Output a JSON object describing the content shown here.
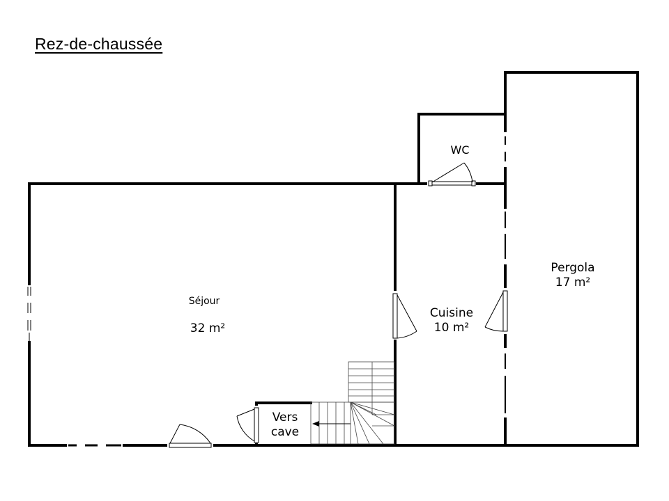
{
  "plan": {
    "title": "Rez-de-chaussée",
    "rooms": [
      {
        "id": "sejour",
        "name": "Séjour",
        "area": "32 m²"
      },
      {
        "id": "cuisine",
        "name": "Cuisine",
        "area": "10 m²"
      },
      {
        "id": "pergola",
        "name": "Pergola",
        "area": "17 m²"
      },
      {
        "id": "wc",
        "name": "WC"
      },
      {
        "id": "cave",
        "name": "Vers",
        "name2": "cave"
      }
    ]
  }
}
